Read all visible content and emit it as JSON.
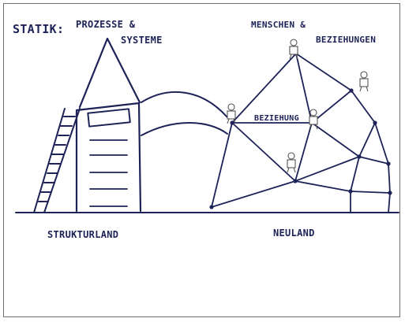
{
  "title": {
    "prefix": "STATIK:",
    "center_line1": "PROZESSE &",
    "center_line2": "SYSTEME",
    "right_line1": "MENSCHEN &",
    "right_line2": "BEZIEHUNGEN"
  },
  "labels": {
    "relationship": "BEZIEHUNG",
    "left_ground": "STRUKTURLAND",
    "right_ground": "NEULAND"
  },
  "colors": {
    "ink": "#1d2357",
    "person": "#555555",
    "frame": "#6f6f6f",
    "background": "#ffffff"
  }
}
